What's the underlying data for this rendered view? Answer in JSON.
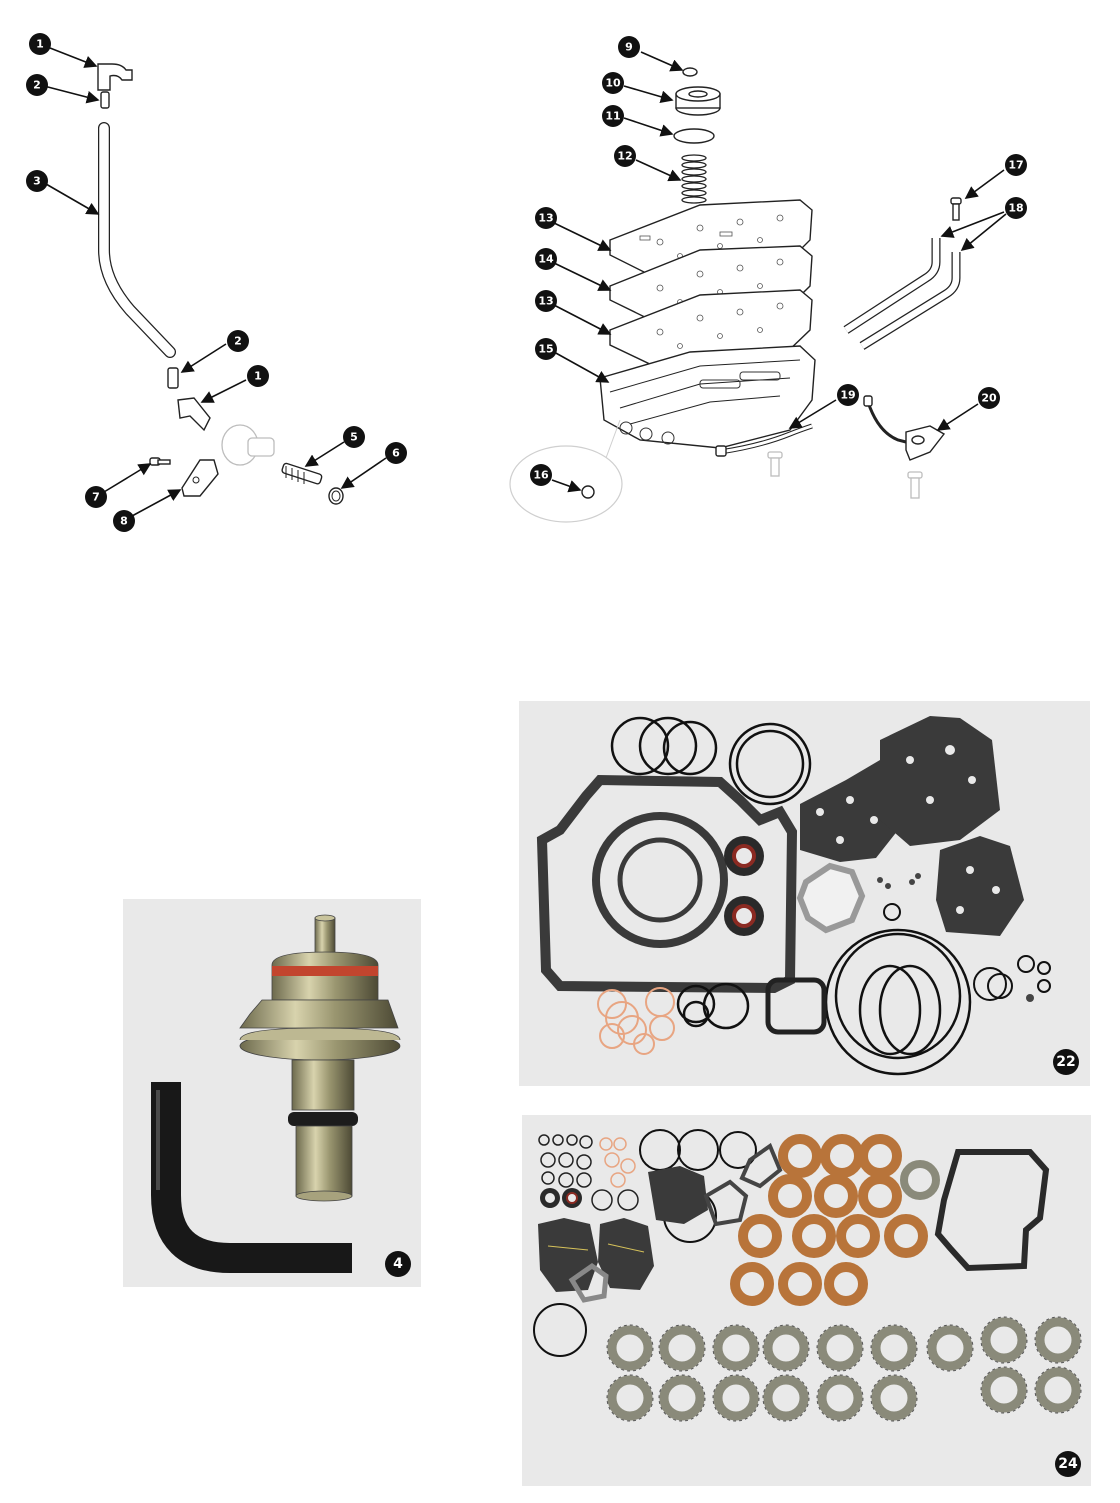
{
  "callouts": {
    "c1a": "1",
    "c2a": "2",
    "c3": "3",
    "c2b": "2",
    "c1b": "1",
    "c5": "5",
    "c6": "6",
    "c7": "7",
    "c8": "8",
    "c9": "9",
    "c10": "10",
    "c11": "11",
    "c12": "12",
    "c13a": "13",
    "c14": "14",
    "c13b": "13",
    "c15": "15",
    "c16": "16",
    "c17": "17",
    "c18": "18",
    "c19": "19",
    "c20": "20",
    "p4": "4",
    "p22": "22",
    "p24": "24"
  },
  "colors": {
    "arrow": "#111111",
    "panel_bg": "#e9e9e9",
    "gasket": "#3a3a3a",
    "copper": "#e8a582",
    "friction": "#b8743a",
    "steel_plate": "#8a8a7a"
  }
}
